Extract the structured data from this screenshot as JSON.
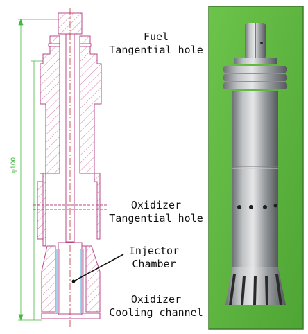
{
  "labels": {
    "fuel": {
      "line1": "Fuel",
      "line2": "Tangential hole"
    },
    "oxidizer_tangential": {
      "line1": "Oxidizer",
      "line2": "Tangential hole"
    },
    "injector_chamber": {
      "line1": "Injector",
      "line2": "Chamber"
    },
    "oxidizer_cooling": {
      "line1": "Oxidizer",
      "line2": "Cooling channel"
    }
  },
  "dimensions": {
    "overall_length": "φ100"
  },
  "colors": {
    "section_outline": "#b8478a",
    "hatch": "#c8628f",
    "centerline": "#c03030",
    "dimension": "#41b841",
    "cooling_channel": "#5fb8e0",
    "photo_background": "#5fb83f",
    "photo_border": "#3e7a2a",
    "metal": "#a9acaf"
  }
}
